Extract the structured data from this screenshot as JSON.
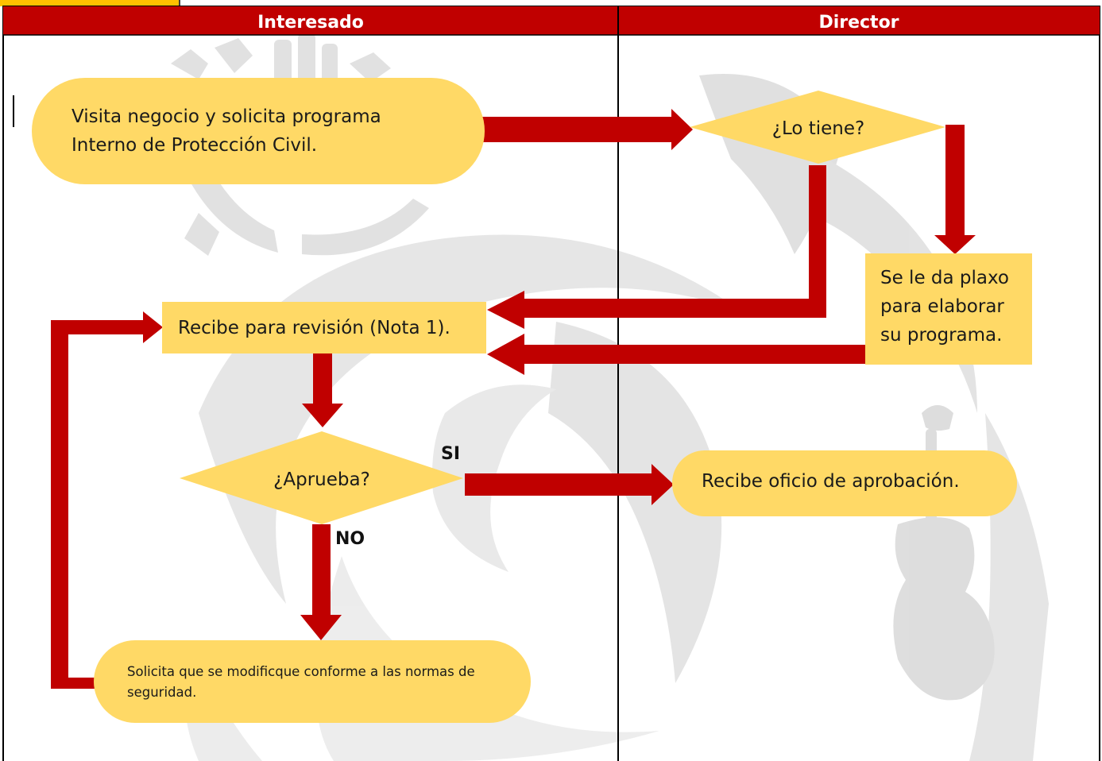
{
  "colors": {
    "header": "#c00000",
    "shape_fill": "#ffd966",
    "arrow": "#c00000",
    "tab": "#ffc000",
    "watermark": "#b8b8b8",
    "border": "#000000"
  },
  "lanes": [
    {
      "title": "Interesado"
    },
    {
      "title": "Director"
    }
  ],
  "nodes": {
    "visita": {
      "lines": [
        "Visita negocio y solicita programa",
        "Interno de Protección Civil."
      ]
    },
    "lo_tiene": {
      "lines": [
        "¿Lo tiene?"
      ]
    },
    "plazo": {
      "lines": [
        "Se le da plaxo",
        "para elaborar",
        "su programa."
      ]
    },
    "recibe_revision": {
      "lines": [
        "Recibe para revisión (Nota 1)."
      ]
    },
    "aprueba": {
      "lines": [
        "¿Aprueba?"
      ]
    },
    "recibe_oficio": {
      "lines": [
        "Recibe oficio de aprobación."
      ]
    },
    "solicita_modificar": {
      "lines": [
        "Solicita que se modificque conforme a las normas de",
        "seguridad."
      ]
    }
  },
  "edge_labels": {
    "si": "SI",
    "no": "NO"
  },
  "icons": [
    "watermark-gear-emblem",
    "watermark-swirl-logo",
    "watermark-violin",
    "text-cursor"
  ]
}
